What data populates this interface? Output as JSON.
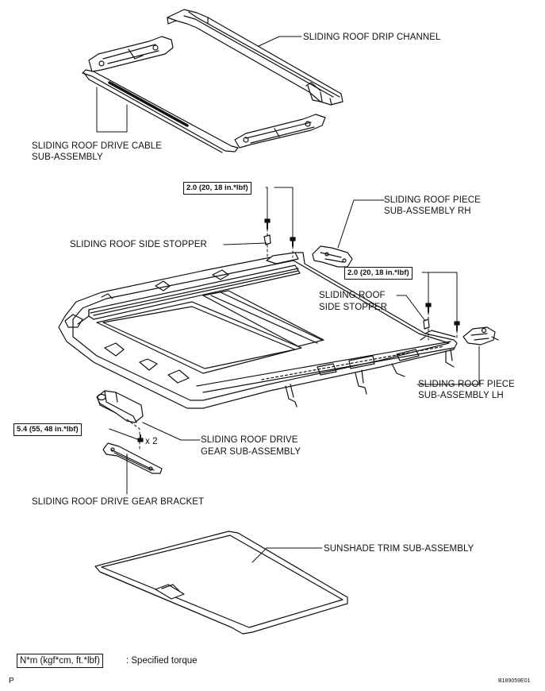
{
  "parts": {
    "drip_channel": "SLIDING ROOF DRIP CHANNEL",
    "drive_cable_line1": "SLIDING ROOF DRIVE CABLE",
    "drive_cable_line2": "SUB-ASSEMBLY",
    "piece_rh_line1": "SLIDING ROOF PIECE",
    "piece_rh_line2": "SUB-ASSEMBLY RH",
    "side_stopper_left": "SLIDING ROOF SIDE STOPPER",
    "side_stopper_right_line1": "SLIDING ROOF",
    "side_stopper_right_line2": "SIDE STOPPER",
    "piece_lh_line1": "SLIDING ROOF PIECE",
    "piece_lh_line2": "SUB-ASSEMBLY LH",
    "drive_gear_line1": "SLIDING ROOF DRIVE",
    "drive_gear_line2": "GEAR SUB-ASSEMBLY",
    "drive_gear_bracket": "SLIDING ROOF DRIVE GEAR BRACKET",
    "sunshade_trim": "SUNSHADE TRIM SUB-ASSEMBLY"
  },
  "torques": {
    "side_stopper_left": "2.0 (20, 18 in.*lbf)",
    "side_stopper_right": "2.0 (20, 18 in.*lbf)",
    "drive_gear": "5.4 (55, 48 in.*lbf)"
  },
  "quantity": "x 2",
  "legend": {
    "units": "N*m (kgf*cm, ft.*lbf)",
    "description": ": Specified torque"
  },
  "corner": {
    "left": "P",
    "right": "B189059E01"
  }
}
